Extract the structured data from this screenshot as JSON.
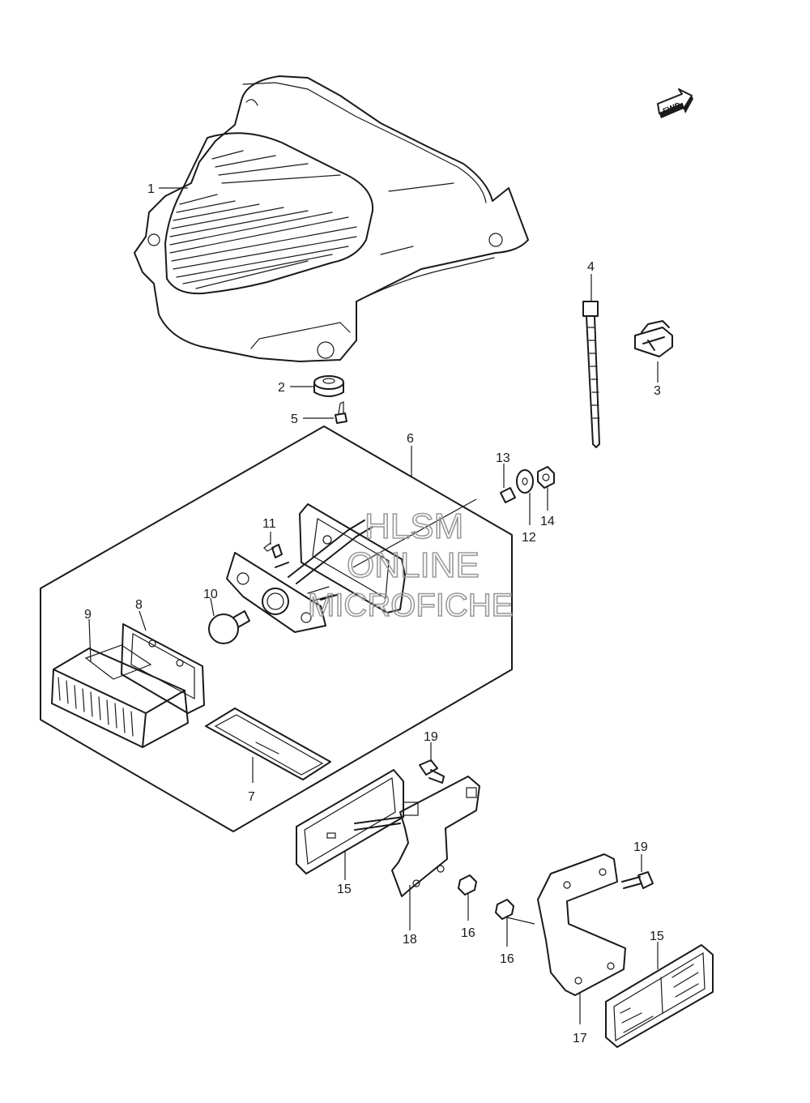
{
  "fwd_badge": "FWD",
  "watermark": {
    "line1": "HLSM",
    "line2": "ONLINE",
    "line3": "MICROFICHE"
  },
  "callouts": {
    "c1": "1",
    "c2": "2",
    "c3": "3",
    "c4": "4",
    "c5": "5",
    "c6": "6",
    "c7": "7",
    "c8": "8",
    "c9": "9",
    "c10": "10",
    "c11": "11",
    "c12": "12",
    "c13": "13",
    "c14": "14",
    "c15a": "15",
    "c15b": "15",
    "c16a": "16",
    "c16b": "16",
    "c17": "17",
    "c18": "18",
    "c19a": "19",
    "c19b": "19"
  },
  "icons": [
    "fwd-arrow-icon"
  ]
}
